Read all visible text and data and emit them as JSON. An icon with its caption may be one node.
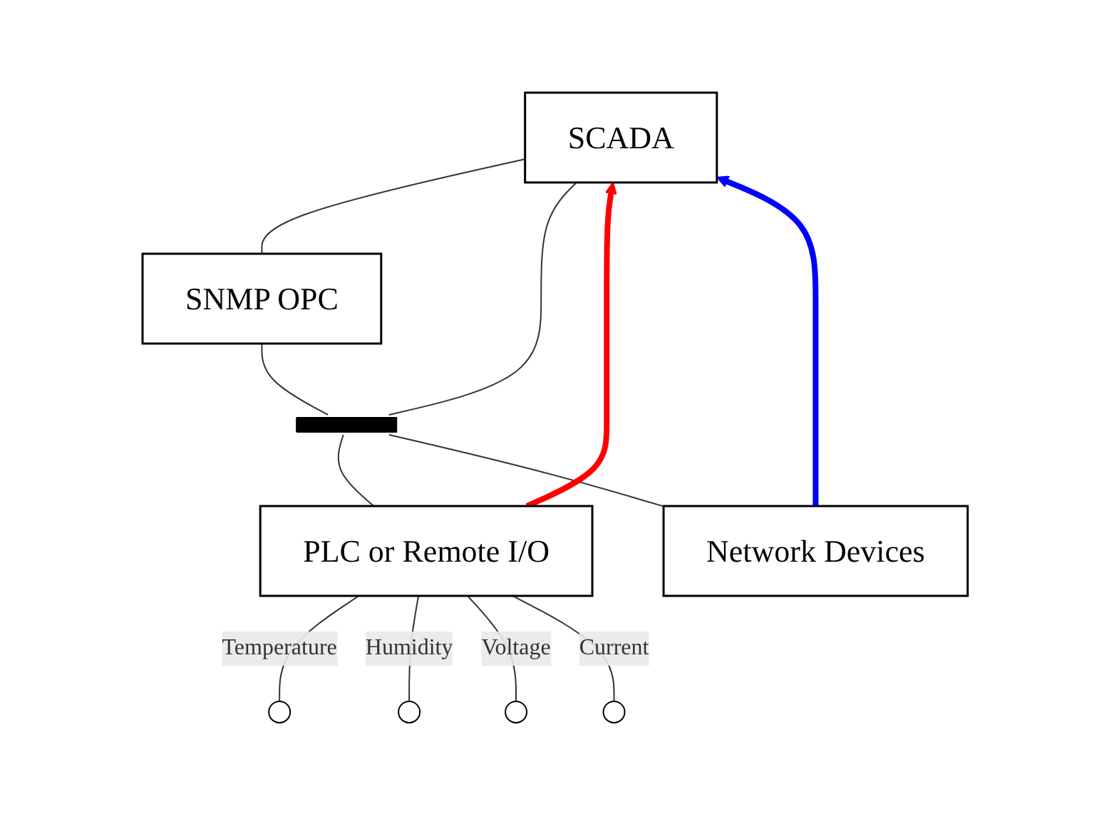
{
  "diagram": {
    "nodes": [
      {
        "text": [
          "SCADA"
        ]
      },
      {
        "text": [
          "SNMP OPC"
        ]
      },
      {
        "text": [],
        "shape": "bar"
      },
      {
        "text": [
          "PLC or Remote I/O"
        ]
      },
      {
        "text": [
          "Network Devices"
        ]
      },
      {
        "text": [],
        "shape": "circle"
      },
      {
        "text": [],
        "shape": "circle"
      },
      {
        "text": [],
        "shape": "circle"
      },
      {
        "text": [],
        "shape": "circle"
      }
    ],
    "edges": [
      {
        "from": 1,
        "to": 0,
        "arrow": "none"
      },
      {
        "from": 2,
        "to": 0,
        "arrow": "none"
      },
      {
        "from": 2,
        "to": 1,
        "arrow": "none"
      },
      {
        "from": 3,
        "to": 2,
        "arrow": "none"
      },
      {
        "from": 4,
        "to": 2,
        "arrow": "none"
      },
      {
        "from": 3,
        "to": 0,
        "arrow": "to",
        "style": "thick",
        "color": "#ff0000"
      },
      {
        "from": 4,
        "to": 0,
        "arrow": "to",
        "style": "thick",
        "color": "#0000ff"
      },
      {
        "from": 5,
        "to": 3,
        "label": "Temperature",
        "arrow": "none"
      },
      {
        "from": 6,
        "to": 3,
        "label": "Humidity",
        "arrow": "none"
      },
      {
        "from": 7,
        "to": 3,
        "label": "Voltage",
        "arrow": "none"
      },
      {
        "from": 8,
        "to": 3,
        "label": "Current",
        "arrow": "none"
      }
    ]
  }
}
